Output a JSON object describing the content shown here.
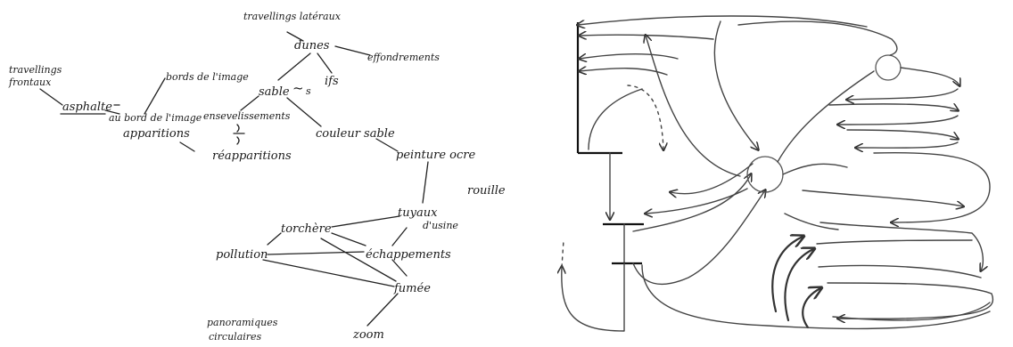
{
  "concept_map": {
    "words": {
      "travellings_lateraux": "travellings latéraux",
      "dunes": "dunes",
      "effondrements": "effondrements",
      "travellings_frontaux_1": "travellings",
      "travellings_frontaux_2": "frontaux",
      "bords_de_l_image": "bords de l'image",
      "sable": "sable",
      "ifs": "ifs",
      "asphalte": "asphalte",
      "au_bord_de_l_image": "au bord de l'image",
      "apparitions": "apparitions",
      "ensevelissements": "ensevelissements",
      "reapparitions": "réapparitions",
      "couleur_sable": "couleur sable",
      "peinture_ocre": "peinture ocre",
      "rouille": "rouille",
      "torchere": "torchère",
      "tuyaux_1": "tuyaux",
      "tuyaux_2": "d'usine",
      "pollution": "pollution",
      "echappements": "échappements",
      "fumee": "fumée",
      "panoramiques_1": "panoramiques",
      "panoramiques_2": "circulaires",
      "zoom": "zoom"
    },
    "tilde_symbol": "~",
    "tilde_subscript": "s"
  }
}
